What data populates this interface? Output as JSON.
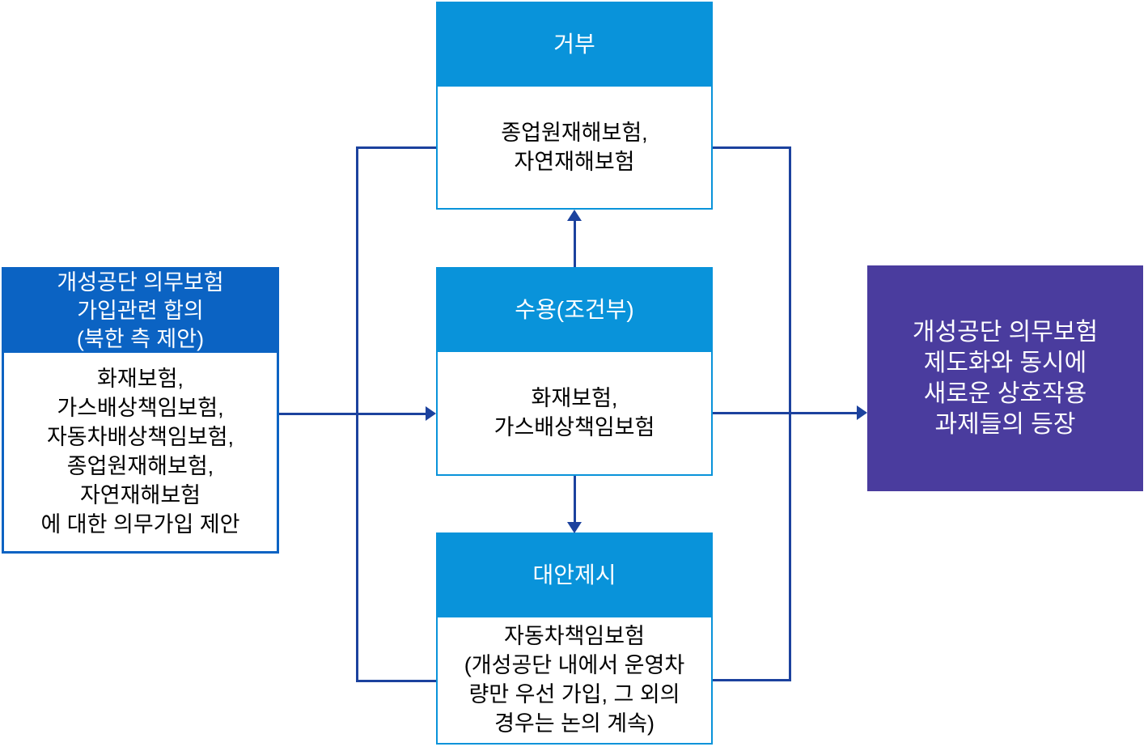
{
  "diagram": {
    "boxes": {
      "proposal": {
        "title": "개성공단 의무보험\n가입관련 합의\n(북한 측 제안)",
        "body": "화재보험,\n가스배상책임보험,\n자동차배상책임보험,\n종업원재해보험,\n자연재해보험\n에 대한 의무가입 제안"
      },
      "reject": {
        "title": "거부",
        "body": "종업원재해보험,\n자연재해보험"
      },
      "accept": {
        "title": "수용(조건부)",
        "body": "화재보험,\n가스배상책임보험"
      },
      "alternative": {
        "title": "대안제시",
        "body": "자동차책임보험\n(개성공단 내에서 운영차\n량만 우선 가입, 그 외의\n경우는 논의 계속)"
      },
      "outcome": {
        "text": "개성공단 의무보험\n제도화와 동시에\n새로운 상호작용\n과제들의 등장"
      }
    },
    "colors": {
      "header_light_blue": "#0993da",
      "proposal_header_blue": "#0b63c3",
      "outcome_purple": "#4a3c9e",
      "connector_navy": "#1c429e",
      "body_text": "#000000",
      "header_text": "#ffffff"
    }
  }
}
